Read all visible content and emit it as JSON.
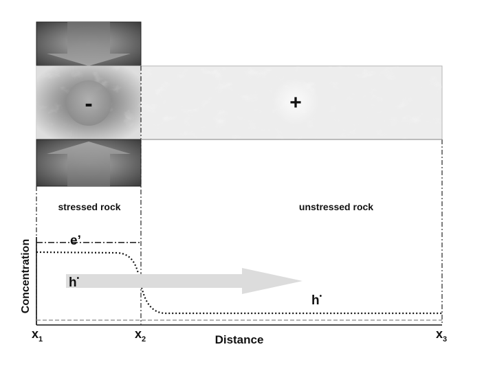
{
  "symbols": {
    "minus": "-",
    "plus": "+"
  },
  "regions": {
    "stressed": "stressed rock",
    "unstressed": "unstressed rock"
  },
  "species": {
    "e_prime": "e’",
    "h_hole_left": "h",
    "h_hole_right": "h",
    "dot": "•"
  },
  "axes": {
    "ylabel": "Concentration",
    "xlabel": "Distance",
    "ticks": [
      {
        "base": "x",
        "sub": "1"
      },
      {
        "base": "x",
        "sub": "2"
      },
      {
        "base": "x",
        "sub": "3"
      }
    ]
  },
  "colors": {
    "arrow_flow": "#dcdcdc",
    "press_dark": "#3a3a3a",
    "rock_light": "#e8e8e8"
  }
}
